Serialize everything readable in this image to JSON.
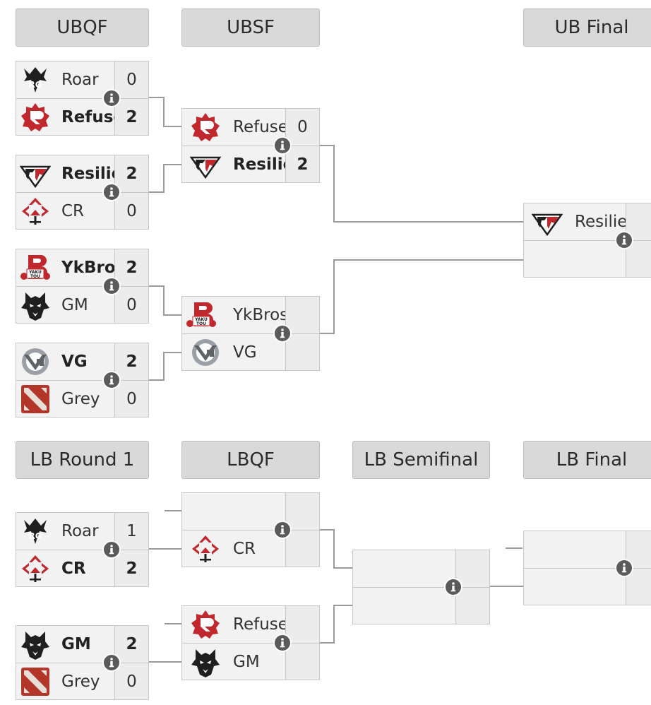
{
  "rounds": {
    "upper": [
      "UBQF",
      "UBSF",
      "UB Final"
    ],
    "lower": [
      "LB Round 1",
      "LBQF",
      "LB Semifinal",
      "LB Final"
    ]
  },
  "icons": {
    "rg-logo": "rg-logo-icon",
    "refuse-logo": "refuse-logo-icon",
    "resilience-logo": "resilience-logo-icon",
    "cr-logo": "cr-logo-icon",
    "ykbros-logo": "ykbros-logo-icon",
    "gm-logo": "gm-logo-icon",
    "vg-logo": "vg-logo-icon",
    "grey-logo": "dota-logo-icon",
    "info": "info-icon"
  },
  "colors": {
    "header_bg": "#d9d9d9",
    "cell_bg": "#f2f2f2",
    "border": "#c6c6c6",
    "connector": "#9a9a9a",
    "info_button": "#5a5a5a",
    "logo_red": "#c0282d"
  },
  "matches": {
    "ubqf1": {
      "top": {
        "name": "Roar",
        "score": "0"
      },
      "bottom": {
        "name": "Refuse",
        "score": "2"
      }
    },
    "ubqf2": {
      "top": {
        "name": "Resilience",
        "score": "2"
      },
      "bottom": {
        "name": "CR",
        "score": "0"
      }
    },
    "ubqf3": {
      "top": {
        "name": "YkBros",
        "score": "2"
      },
      "bottom": {
        "name": "GM",
        "score": "0"
      }
    },
    "ubqf4": {
      "top": {
        "name": "VG",
        "score": "2"
      },
      "bottom": {
        "name": "Grey",
        "score": "0"
      }
    },
    "ubsf1": {
      "top": {
        "name": "Refuse",
        "score": "0"
      },
      "bottom": {
        "name": "Resilience",
        "score": "2"
      }
    },
    "ubsf2": {
      "top": {
        "name": "YkBros",
        "score": ""
      },
      "bottom": {
        "name": "VG",
        "score": ""
      }
    },
    "ubf": {
      "top": {
        "name": "Resilience",
        "score": ""
      },
      "bottom": {
        "name": "",
        "score": ""
      }
    },
    "lbr1a": {
      "top": {
        "name": "Roar",
        "score": "1"
      },
      "bottom": {
        "name": "CR",
        "score": "2"
      }
    },
    "lbr1b": {
      "top": {
        "name": "GM",
        "score": "2"
      },
      "bottom": {
        "name": "Grey",
        "score": "0"
      }
    },
    "lbqf1": {
      "top": {
        "name": "",
        "score": ""
      },
      "bottom": {
        "name": "CR",
        "score": ""
      }
    },
    "lbqf2": {
      "top": {
        "name": "Refuse",
        "score": ""
      },
      "bottom": {
        "name": "GM",
        "score": ""
      }
    },
    "lbsf": {
      "top": {
        "name": "",
        "score": ""
      },
      "bottom": {
        "name": "",
        "score": ""
      }
    },
    "lbf": {
      "top": {
        "name": "",
        "score": ""
      },
      "bottom": {
        "name": "",
        "score": ""
      }
    }
  }
}
